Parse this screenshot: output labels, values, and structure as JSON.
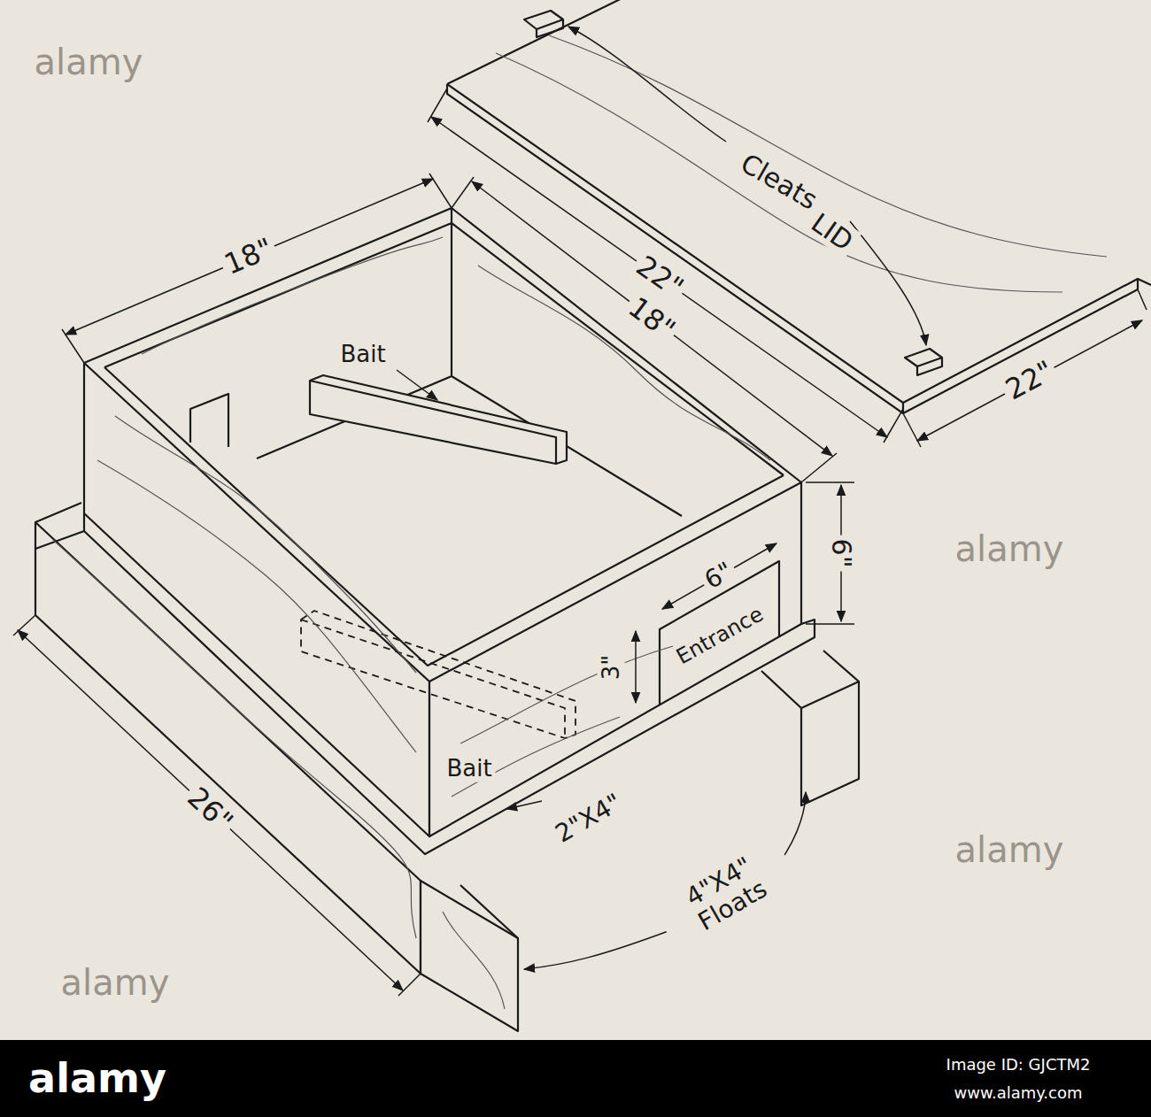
{
  "diagram": {
    "labels": [
      "Cleats",
      "LID",
      "22\"",
      "22\"",
      "18\"",
      "18\"",
      "Bait",
      "6\"",
      "6\"",
      "3\"",
      "Entrance",
      "Bait",
      "26\"",
      "2\"X4\"",
      "4\"X4\" Floats",
      "alamy",
      "alamy",
      "alamy",
      "alamy",
      "alamy",
      "Image ID: GJCTM2",
      "www.alamy.com"
    ]
  }
}
